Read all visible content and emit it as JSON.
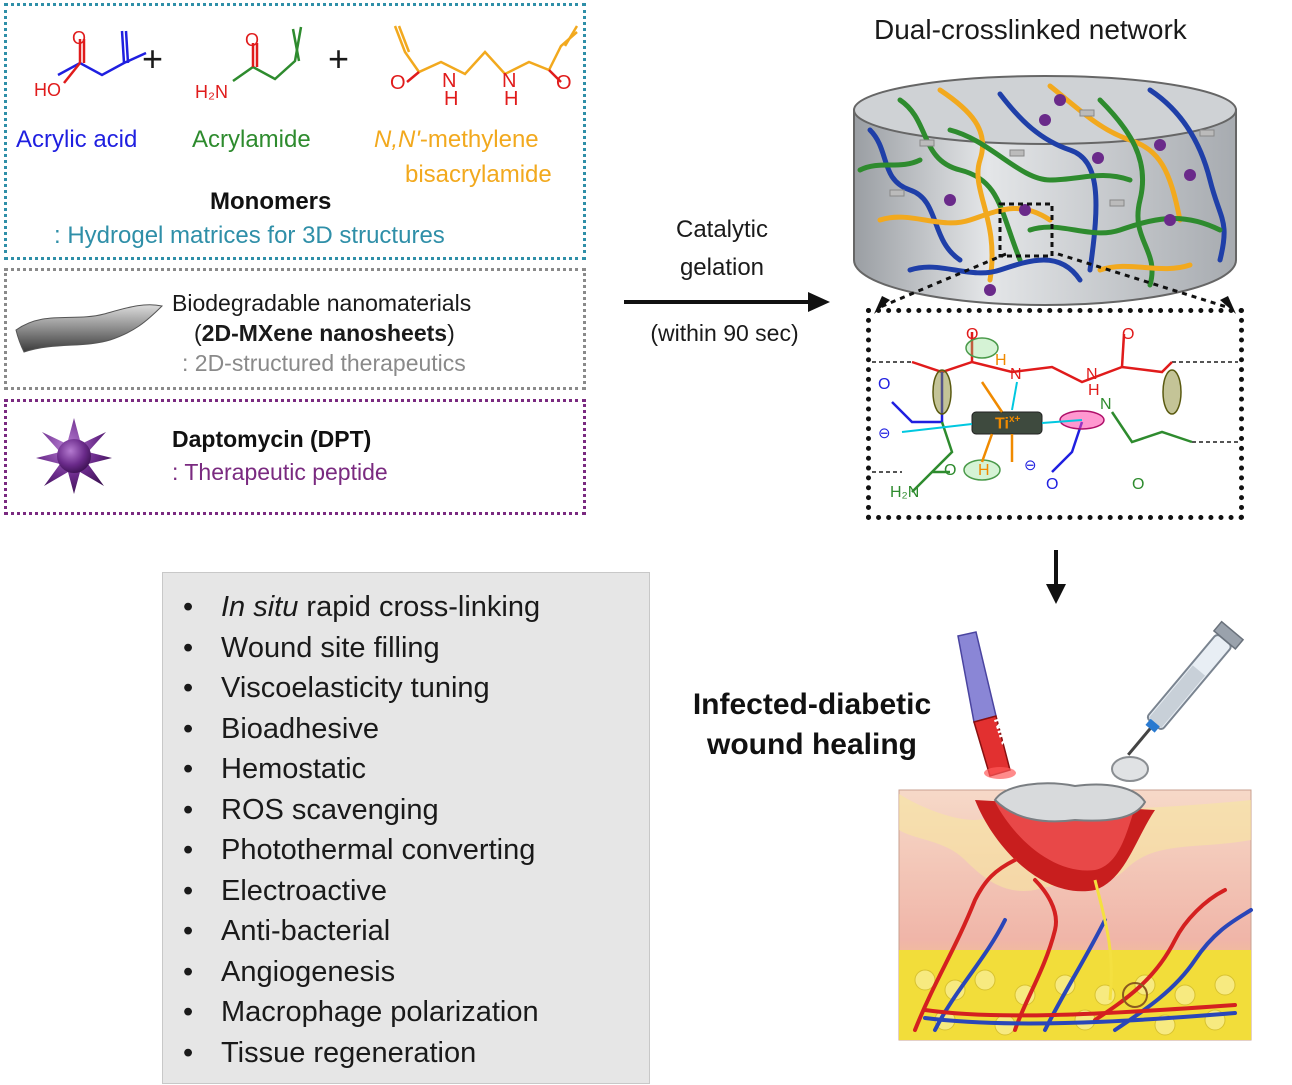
{
  "colors": {
    "acrylic_acid": "#1f1fe0",
    "acrylamide": "#2e8b2e",
    "crosslinker": "#f2a91e",
    "monomers_box": "#2f8fa8",
    "nanomaterial_box": "#8a8a8a",
    "peptide_box": "#7a2a80",
    "peptide_text": "#7a2a80",
    "hydrogel_note": "#2f8fa8",
    "gray_note": "#8a8a8a",
    "red_atom": "#e01b1b",
    "ti_label": "#f08a00",
    "cyan_arrow": "#00c8e0"
  },
  "monomers": {
    "plus": "+",
    "acrylic_acid_label": "Acrylic acid",
    "acrylamide_label": "Acrylamide",
    "crosslinker_label_italic": "N,N'",
    "crosslinker_label_rest": "-methylene",
    "crosslinker_label_line2": "bisacrylamide",
    "title": "Monomers",
    "subtitle": ": Hydrogel matrices for 3D structures",
    "atoms": {
      "o": "O",
      "ho": "HO",
      "h2n": "H₂N",
      "n": "N",
      "h": "H"
    }
  },
  "nanomaterials": {
    "line1": "Biodegradable nanomaterials",
    "line2_open": "(",
    "line2_bold": "2D-MXene nanosheets",
    "line2_close": ")",
    "line3": ": 2D-structured therapeutics"
  },
  "peptide": {
    "title": "Daptomycin (DPT)",
    "subtitle": ": Therapeutic peptide"
  },
  "reaction": {
    "line1": "Catalytic",
    "line2": "gelation",
    "condition": "(within 90 sec)"
  },
  "network": {
    "title": "Dual-crosslinked network",
    "atoms": {
      "ti": "Ti",
      "ti_charge": "x+",
      "n": "N",
      "h": "H",
      "o": "O",
      "h2n": "H₂N",
      "minus": "⊖"
    }
  },
  "application": {
    "line1": "Infected-diabetic",
    "line2": "wound healing",
    "nir": "NIR"
  },
  "features": {
    "bullet": "•",
    "first_italic": "In situ",
    "first_rest": " rapid cross-linking",
    "items": [
      "Wound site filling",
      "Viscoelasticity tuning",
      "Bioadhesive",
      "Hemostatic",
      "ROS scavenging",
      "Photothermal converting",
      "Electroactive",
      "Anti-bacterial",
      "Angiogenesis",
      "Macrophage polarization",
      "Tissue regeneration"
    ]
  }
}
